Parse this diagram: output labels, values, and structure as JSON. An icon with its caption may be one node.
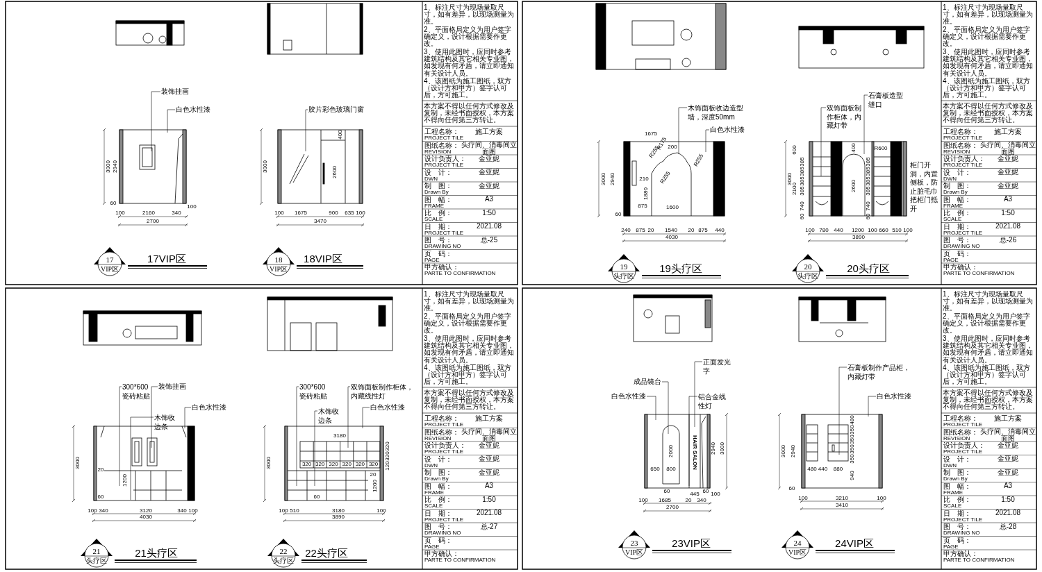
{
  "diagram": {
    "nodes": [
      {
        "text": [
          "装饰挂画"
        ]
      },
      {
        "text": [
          "白色水性漆"
        ]
      },
      {
        "text": [
          "胶片彩色玻璃门窗"
        ]
      },
      {
        "text": [
          "木饰面板收边造型墙，深度50mm"
        ]
      },
      {
        "text": [
          "白色水性漆"
        ]
      },
      {
        "text": [
          "双饰面板制作柜体，内藏灯带"
        ]
      },
      {
        "text": [
          "石膏板造型缝口"
        ]
      },
      {
        "text": [
          "300*600瓷砖粘贴"
        ]
      },
      {
        "text": [
          "装饰挂画"
        ]
      },
      {
        "text": [
          "木饰收边条"
        ]
      },
      {
        "text": [
          "白色水性漆"
        ]
      },
      {
        "text": [
          "300*600瓷砖粘贴"
        ]
      },
      {
        "text": [
          "双饰面板制作柜体，内藏线性灯"
        ]
      },
      {
        "text": [
          "木饰收边条"
        ]
      },
      {
        "text": [
          "白色水性漆"
        ]
      },
      {
        "text": [
          "正面发光字"
        ]
      },
      {
        "text": [
          "成品镜台"
        ]
      },
      {
        "text": [
          "白色水性漆"
        ]
      },
      {
        "text": [
          "铝合金线性灯"
        ]
      },
      {
        "text": [
          "石膏板制作产品柜，内藏灯带"
        ]
      },
      {
        "text": [
          "白色水性漆"
        ]
      },
      {
        "text": [],
        "shape": "picture"
      },
      {
        "text": [],
        "shape": "picture"
      },
      {
        "text": [],
        "shape": "picture"
      },
      {
        "text": [],
        "shape": "picture"
      },
      {
        "text": [],
        "shape": "picture"
      },
      {
        "text": [],
        "shape": "picture"
      },
      {
        "text": [],
        "shape": "picture"
      },
      {
        "text": [],
        "shape": "picture"
      }
    ],
    "edges": [
      {
        "from": 0,
        "to": 21,
        "arrow": "none"
      },
      {
        "from": 1,
        "to": 21,
        "arrow": "none"
      },
      {
        "from": 2,
        "to": 22,
        "arrow": "none"
      },
      {
        "from": 3,
        "to": 23,
        "arrow": "none"
      },
      {
        "from": 4,
        "to": 23,
        "arrow": "none"
      },
      {
        "from": 5,
        "to": 24,
        "arrow": "none"
      },
      {
        "from": 6,
        "to": 24,
        "arrow": "none"
      },
      {
        "from": 7,
        "to": 25,
        "arrow": "none"
      },
      {
        "from": 8,
        "to": 25,
        "arrow": "none"
      },
      {
        "from": 9,
        "to": 25,
        "arrow": "none"
      },
      {
        "from": 10,
        "to": 25,
        "arrow": "none"
      },
      {
        "from": 11,
        "to": 26,
        "arrow": "none"
      },
      {
        "from": 12,
        "to": 26,
        "arrow": "none"
      },
      {
        "from": 13,
        "to": 26,
        "arrow": "none"
      },
      {
        "from": 14,
        "to": 26,
        "arrow": "none"
      },
      {
        "from": 15,
        "to": 27,
        "arrow": "none"
      },
      {
        "from": 16,
        "to": 27,
        "arrow": "none"
      },
      {
        "from": 17,
        "to": 27,
        "arrow": "none"
      },
      {
        "from": 18,
        "to": 27,
        "arrow": "none"
      },
      {
        "from": 19,
        "to": 28,
        "arrow": "none"
      },
      {
        "from": 20,
        "to": 28,
        "arrow": "none"
      }
    ],
    "labels": [
      "3000",
      "2940",
      "60",
      "100",
      "2160",
      "340",
      "100",
      "2700",
      "3000",
      "400",
      "2600",
      "100",
      "1675",
      "900",
      "635",
      "100",
      "3470",
      "17",
      "VIP区",
      "17VIP区",
      "18",
      "VIP区",
      "18VIP区",
      "1、标注尺寸为现场量取尺寸，如有差异，以现场测量为准。",
      "2、平面格局定义为用户签字确定义，设计根据需要作更改。",
      "3、使用此图时，应同时参考建筑结构及其它相关专业图，如发现有何矛盾，请立即通知有关设计人员。",
      "4、该图纸为施工图纸，双方（设计方和甲方）签字认可后，方可施工。",
      "本方案不得以任何方式修改及复制，未经书面授权，本方案不得向任何第三方转让。",
      "工程名称：",
      "PROJECT TILE",
      "施工方案",
      "图纸名称：",
      "REVISION",
      "头疗间、消毒间立面图",
      "设计负责人：",
      "PROJECT TILE",
      "金亚妮",
      "设　计：",
      "DWN",
      "金亚妮",
      "制　图：",
      "Drawn By",
      "金亚妮",
      "图　幅：",
      "FRAME",
      "A3",
      "比　例：",
      "SCALE",
      "1:50",
      "日　期：",
      "PROJECT TILE",
      "2021.08",
      "图　号：",
      "DRAWING NO",
      "总-25",
      "页　码：",
      "PAGE",
      "甲方确认：",
      "PARTE TO CONFIRMATION",
      "3000",
      "2940",
      "1675",
      "R255",
      "R175",
      "200",
      "R255",
      "R255",
      "210",
      "1880",
      "875",
      "1600",
      "60",
      "240",
      "875",
      "20",
      "1540",
      "20",
      "875",
      "440",
      "4030",
      "3000",
      "600",
      "2100",
      "385",
      "385",
      "385",
      "385",
      "740",
      "60",
      "400",
      "R600",
      "2600",
      "385",
      "385",
      "385",
      "385",
      "740",
      "60",
      "100",
      "780",
      "440",
      "1200",
      "100",
      "660",
      "510",
      "100",
      "3890",
      "柜门开洞，内置侧板，防止脏毛巾把柜门抵开",
      "19",
      "头疗区",
      "19头疗区",
      "20",
      "头疗区",
      "20头疗区",
      "1、标注尺寸为现场量取尺寸，如有差异，以现场测量为准。",
      "2、平面格局定义为用户签字确定义，设计根据需要作更改。",
      "3、使用此图时，应同时参考建筑结构及其它相关专业图，如发现有何矛盾，请立即通知有关设计人员。",
      "4、该图纸为施工图纸，双方（设计方和甲方）签字认可后，方可施工。",
      "本方案不得以任何方式修改及复制，未经书面授权，本方案不得向任何第三方转让。",
      "工程名称：",
      "PROJECT TILE",
      "施工方案",
      "图纸名称：",
      "REVISION",
      "头疗间、消毒间立面图",
      "设计负责人：",
      "PROJECT TILE",
      "金亚妮",
      "设　计：",
      "DWN",
      "金亚妮",
      "制　图：",
      "Drawn By",
      "金亚妮",
      "图　幅：",
      "FRAME",
      "A3",
      "比　例：",
      "SCALE",
      "1:50",
      "日　期：",
      "PROJECT TILE",
      "2021.08",
      "图　号：",
      "DRAWING NO",
      "总-26",
      "页　码：",
      "PAGE",
      "甲方确认：",
      "PARTE TO CONFIRMATION",
      "3000",
      "1200",
      "20",
      "60",
      "100",
      "340",
      "3120",
      "340",
      "100",
      "4030",
      "3000",
      "3180",
      "320",
      "320",
      "320",
      "320",
      "320",
      "320",
      "320",
      "320",
      "120",
      "20",
      "1200",
      "60",
      "100",
      "510",
      "3180",
      "100",
      "3890",
      "21",
      "头疗区",
      "21头疗区",
      "22",
      "头疗区",
      "22头疗区",
      "1、标注尺寸为现场量取尺寸，如有差异，以现场测量为准。",
      "2、平面格局定义为用户签字确定义，设计根据需要作更改。",
      "3、使用此图时，应同时参考建筑结构及其它相关专业图，如发现有何矛盾，请立即通知有关设计人员。",
      "4、该图纸为施工图纸，双方（设计方和甲方）签字认可后，方可施工。",
      "本方案不得以任何方式修改及复制，未经书面授权，本方案不得向任何第三方转让。",
      "工程名称：",
      "PROJECT TILE",
      "施工方案",
      "图纸名称：",
      "REVISION",
      "头疗间、消毒间立面图",
      "设计负责人：",
      "PROJECT TILE",
      "金亚妮",
      "设　计：",
      "DWN",
      "金亚妮",
      "制　图：",
      "Drawn By",
      "金亚妮",
      "图　幅：",
      "FRAME",
      "A3",
      "比　例：",
      "SCALE",
      "1:50",
      "日　期：",
      "PROJECT TILE",
      "2021.08",
      "图　号：",
      "DRAWING NO",
      "总-27",
      "页　码：",
      "PAGE",
      "甲方确认：",
      "PARTE TO CONFIRMATION",
      "HAIR SALON",
      "2000",
      "650",
      "800",
      "2940",
      "3000",
      "60",
      "60",
      "445",
      "100",
      "100",
      "1685",
      "20",
      "340",
      "2700",
      "3000",
      "2940",
      "480",
      "350",
      "350",
      "350",
      "350",
      "940",
      "60",
      "480",
      "440",
      "880",
      "100",
      "3210",
      "100",
      "3410",
      "23",
      "VIP区",
      "23VIP区",
      "24",
      "VIP区",
      "24VIP区",
      "1、标注尺寸为现场量取尺寸，如有差异，以现场测量为准。",
      "2、平面格局定义为用户签字确定义，设计根据需要作更改。",
      "3、使用此图时，应同时参考建筑结构及其它相关专业图，如发现有何矛盾，请立即通知有关设计人员。",
      "4、该图纸为施工图纸，双方（设计方和甲方）签字认可后，方可施工。",
      "本方案不得以任何方式修改及复制，未经书面授权，本方案不得向任何第三方转让。",
      "工程名称：",
      "PROJECT TILE",
      "施工方案",
      "图纸名称：",
      "REVISION",
      "头疗间、消毒间立面图",
      "设计负责人：",
      "PROJECT TILE",
      "金亚妮",
      "设　计：",
      "DWN",
      "金亚妮",
      "制　图：",
      "Drawn By",
      "金亚妮",
      "图　幅：",
      "FRAME",
      "A3",
      "比　例：",
      "SCALE",
      "1:50",
      "日　期：",
      "PROJECT TILE",
      "2021.08",
      "图　号：",
      "DRAWING NO",
      "总-28",
      "页　码：",
      "PAGE",
      "甲方确认：",
      "PARTE TO CONFIRMATION"
    ]
  }
}
